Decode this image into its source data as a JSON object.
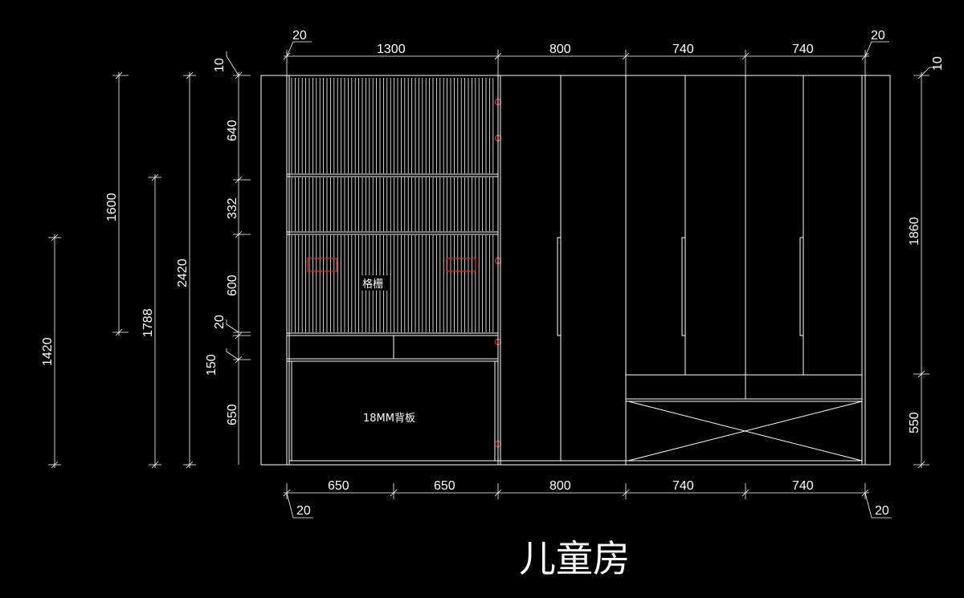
{
  "title": "儿童房",
  "labels": {
    "grille": "格栅",
    "back_panel": "18MM背板"
  },
  "dimensions": {
    "top": [
      "20",
      "1300",
      "800",
      "740",
      "740",
      "20"
    ],
    "bottom": [
      "650",
      "650",
      "800",
      "740",
      "740"
    ],
    "bottom_edges": [
      "20",
      "20"
    ],
    "left_inner": [
      "10",
      "640",
      "332",
      "600",
      "20",
      "150",
      "650"
    ],
    "left_overall": [
      "1600",
      "2420",
      "1788",
      "1420"
    ],
    "right": [
      "10",
      "1860",
      "550"
    ]
  },
  "colors": {
    "background": "#000000",
    "line": "#ffffff",
    "marker": "#ff2020"
  }
}
